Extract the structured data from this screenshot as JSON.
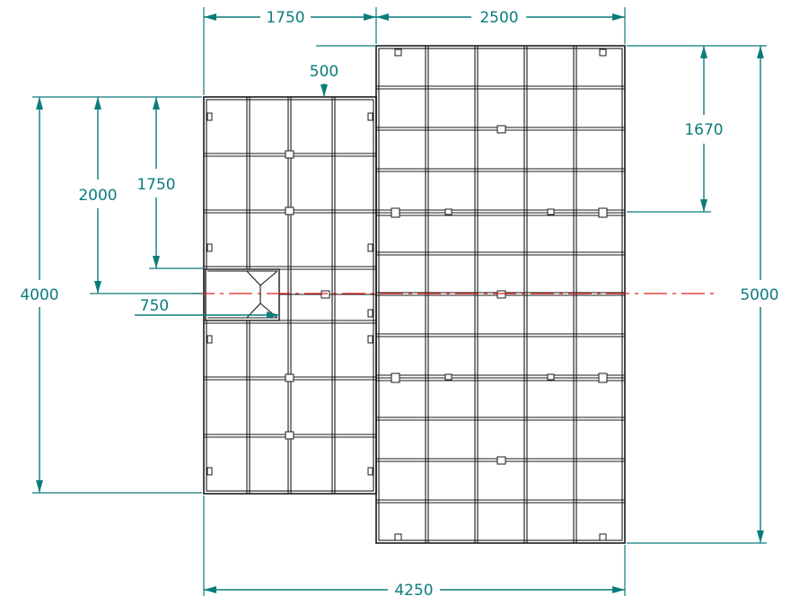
{
  "colors": {
    "dimension": "#0b7c7c",
    "frame": "#1a1a1a",
    "centerline": "#e0201f",
    "background": "#ffffff"
  },
  "dimensions": {
    "top_left_width": "1750",
    "top_right_width": "2500",
    "offset": "500",
    "right_inner_height": "1670",
    "left_inner_height_a": "2000",
    "left_inner_height_b": "1750",
    "stair_width": "750",
    "left_total_height": "4000",
    "right_total_height": "5000",
    "overall_width": "4250"
  }
}
